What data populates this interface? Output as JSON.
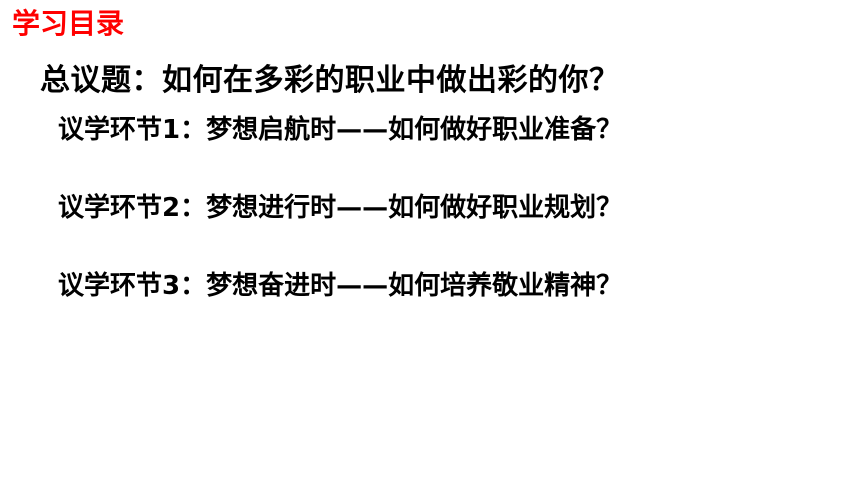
{
  "slide": {
    "section_title": "学习目录",
    "main_topic": "总议题：如何在多彩的职业中做出彩的你？",
    "sub_topics": [
      "议学环节1：梦想启航时——如何做好职业准备？",
      "议学环节2：梦想进行时——如何做好职业规划？",
      "议学环节3：梦想奋进时——如何培养敬业精神？"
    ]
  },
  "colors": {
    "section_title": "#ff0000",
    "body_text": "#000000",
    "background": "#ffffff"
  }
}
